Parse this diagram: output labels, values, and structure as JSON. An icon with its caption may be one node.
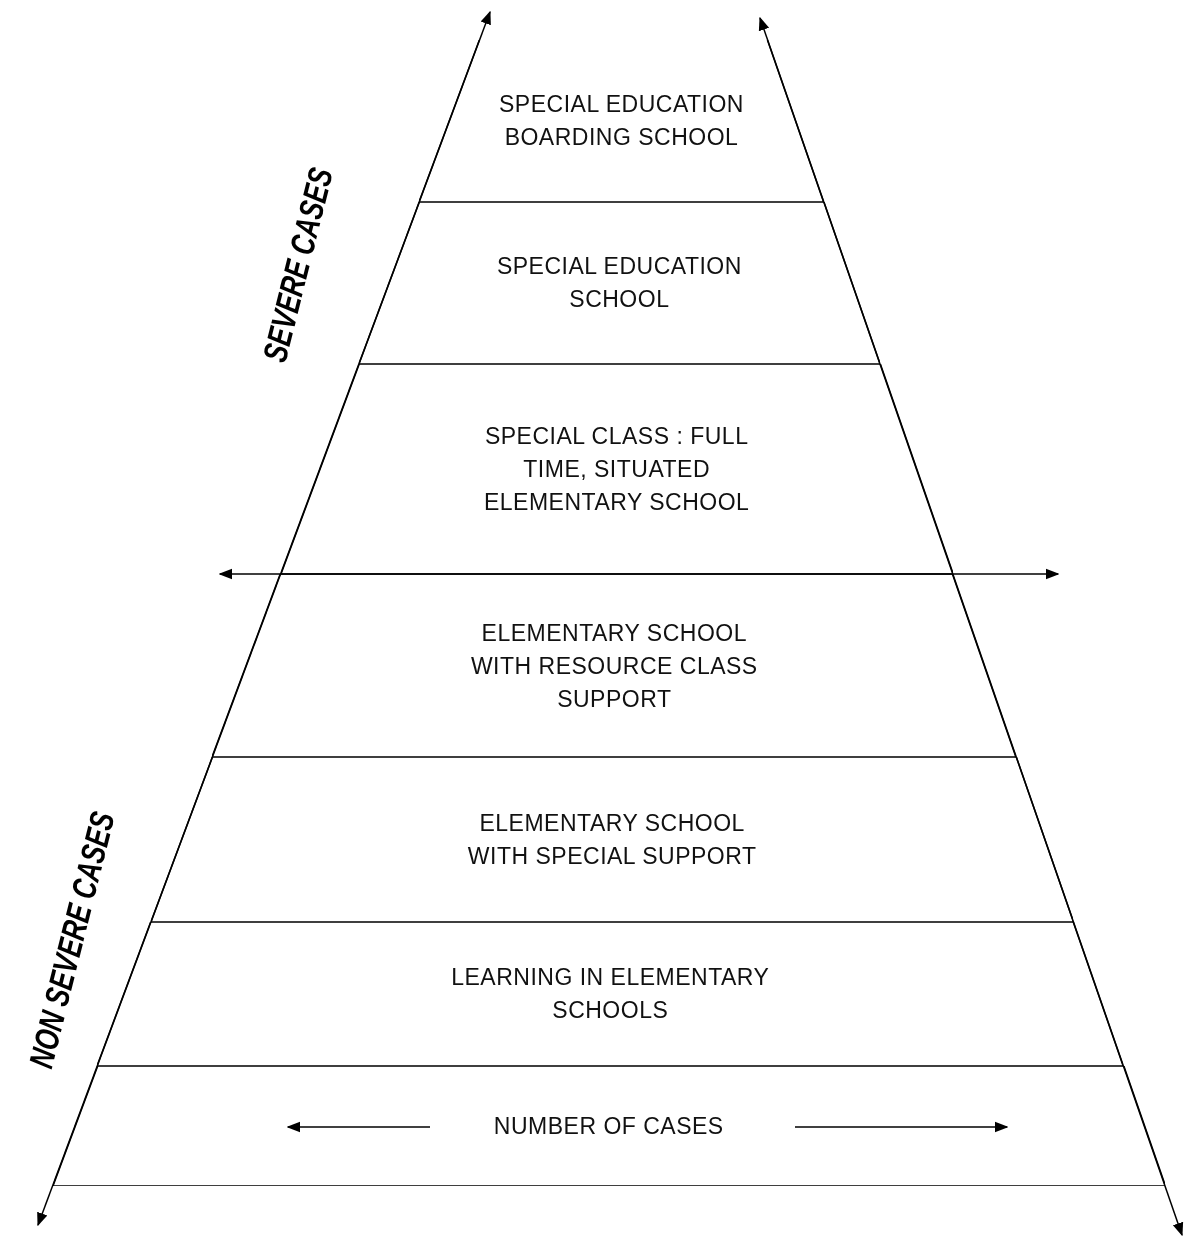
{
  "diagram": {
    "nodes": [
      {
        "text": [
          "SPECIAL EDUCATION BOARDING SCHOOL"
        ]
      },
      {
        "text": [
          "SPECIAL EDUCATION SCHOOL"
        ]
      },
      {
        "text": [
          "SPECIAL CLASS : FULL TIME, SITUATED ELEMENTARY SCHOOL"
        ]
      },
      {
        "text": [
          "ELEMENTARY SCHOOL WITH RESOURCE CLASS SUPPORT"
        ]
      },
      {
        "text": [
          "ELEMENTARY SCHOOL WITH SPECIAL SUPPORT"
        ]
      },
      {
        "text": [
          "LEARNING IN ELEMENTARY SCHOOLS"
        ]
      },
      {
        "text": [
          "NUMBER OF CASES"
        ]
      }
    ],
    "labels": [
      "SEVERE CASES",
      "NON SEVERE CASES"
    ]
  }
}
